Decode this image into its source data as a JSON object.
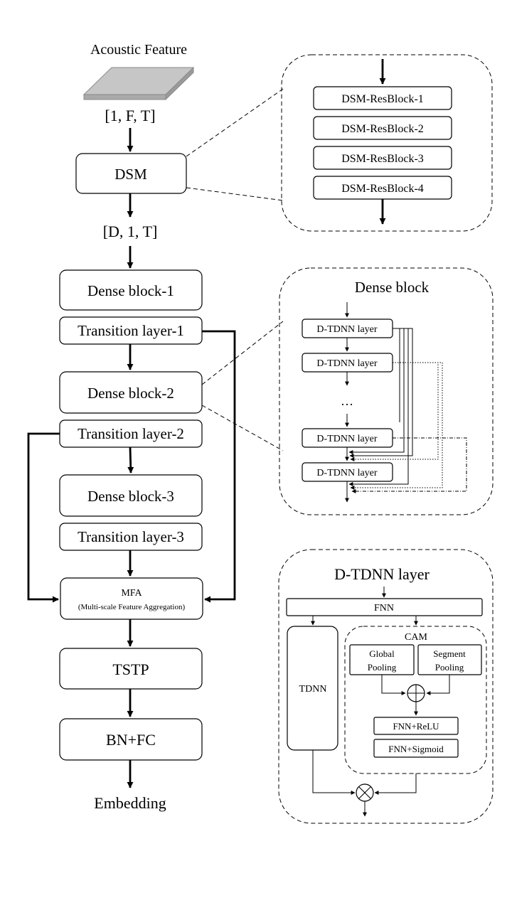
{
  "main": {
    "input_label": "Acoustic Feature",
    "input_shape": "[1, F, T]",
    "dsm": "DSM",
    "dsm_shape": "[D, 1, T]",
    "dense1": "Dense block-1",
    "trans1": "Transition layer-1",
    "dense2": "Dense block-2",
    "trans2": "Transition layer-2",
    "dense3": "Dense block-3",
    "trans3": "Transition layer-3",
    "mfa_title": "MFA",
    "mfa_sub": "(Multi-scale Feature Aggregation)",
    "tstp": "TSTP",
    "bnfc": "BN+FC",
    "output_label": "Embedding"
  },
  "dsm_detail": {
    "blocks": [
      "DSM-ResBlock-1",
      "DSM-ResBlock-2",
      "DSM-ResBlock-3",
      "DSM-ResBlock-4"
    ]
  },
  "dense_detail": {
    "title": "Dense block",
    "layers": [
      "D-TDNN layer",
      "D-TDNN layer",
      "D-TDNN layer",
      "D-TDNN layer"
    ],
    "ellipsis": "…"
  },
  "tdnn_detail": {
    "title": "D-TDNN layer",
    "fnn": "FNN",
    "tdnn": "TDNN",
    "cam": "CAM",
    "global_pool_1": "Global",
    "global_pool_2": "Pooling",
    "segment_pool_1": "Segment",
    "segment_pool_2": "Pooling",
    "fnn_relu": "FNN+ReLU",
    "fnn_sigmoid": "FNN+Sigmoid"
  }
}
